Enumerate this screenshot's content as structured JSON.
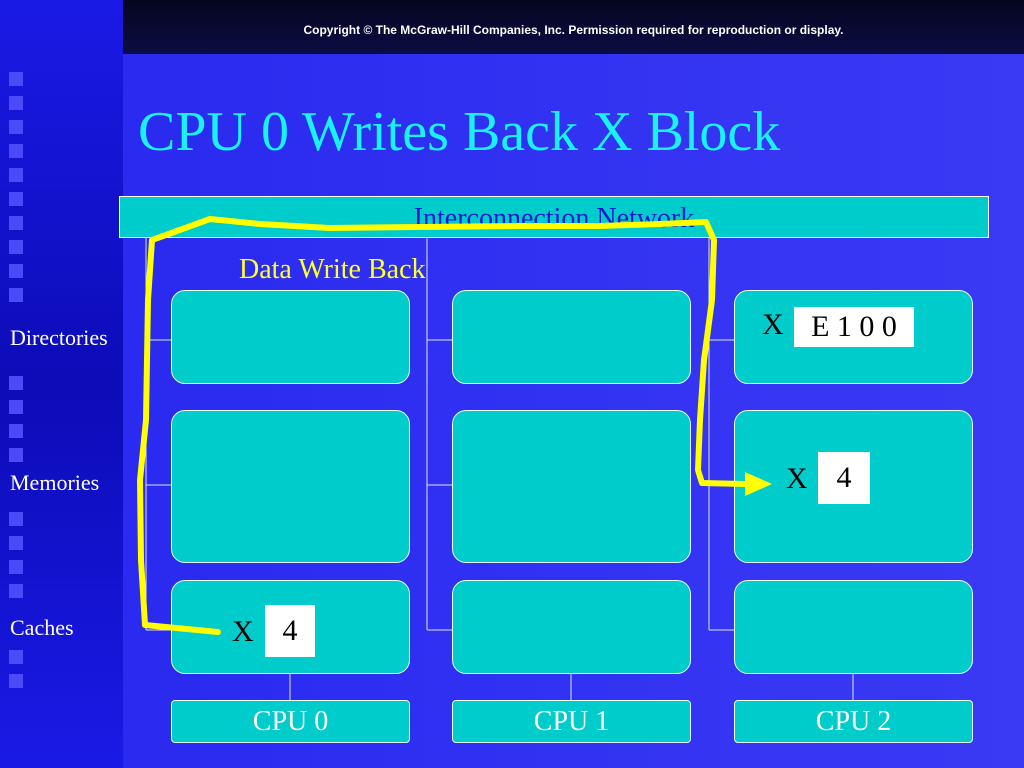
{
  "copyright": "Copyright © The McGraw-Hill Companies, Inc. Permission required for reproduction or display.",
  "title": "CPU 0 Writes Back X Block",
  "network_label": "Interconnection Network",
  "write_back_label": "Data Write Back",
  "row_labels": {
    "directories": "Directories",
    "memories": "Memories",
    "caches": "Caches"
  },
  "cpus": [
    "CPU 0",
    "CPU 1",
    "CPU 2"
  ],
  "directory_entry": {
    "block": "X",
    "value": "E 1 0 0"
  },
  "memory_entry": {
    "block": "X",
    "value": "4"
  },
  "cache_entry": {
    "block": "X",
    "value": "4"
  },
  "colors": {
    "background": "#3a3af4",
    "title": "#19f2f2",
    "box": "#00cccc",
    "arrow": "#ffff00",
    "label_highlight": "#ffff33"
  }
}
